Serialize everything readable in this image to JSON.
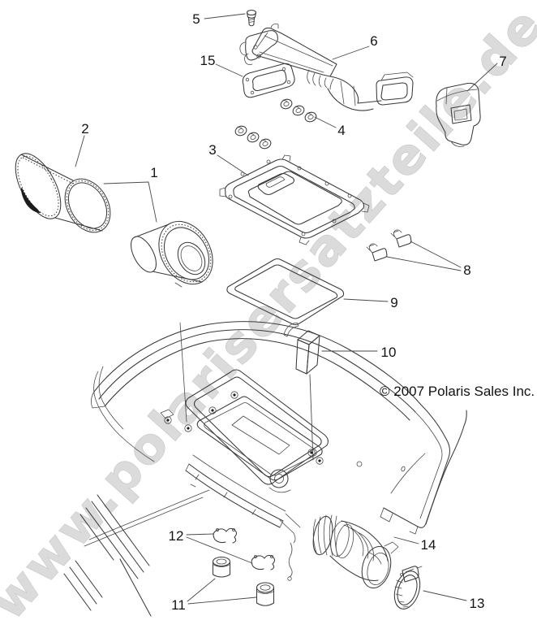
{
  "watermark": {
    "text": "www.polarisersatzteile.de"
  },
  "copyright": {
    "text": "© 2007 Polaris Sales Inc."
  },
  "callouts": {
    "c1": {
      "text": "1"
    },
    "c2": {
      "text": "2"
    },
    "c3": {
      "text": "3"
    },
    "c4": {
      "text": "4"
    },
    "c5": {
      "text": "5"
    },
    "c6": {
      "text": "6"
    },
    "c7": {
      "text": "7"
    },
    "c8": {
      "text": "8"
    },
    "c9": {
      "text": "9"
    },
    "c10": {
      "text": "10"
    },
    "c11": {
      "text": "11"
    },
    "c12": {
      "text": "12"
    },
    "c13": {
      "text": "13"
    },
    "c14": {
      "text": "14"
    },
    "c15": {
      "text": "15"
    }
  }
}
